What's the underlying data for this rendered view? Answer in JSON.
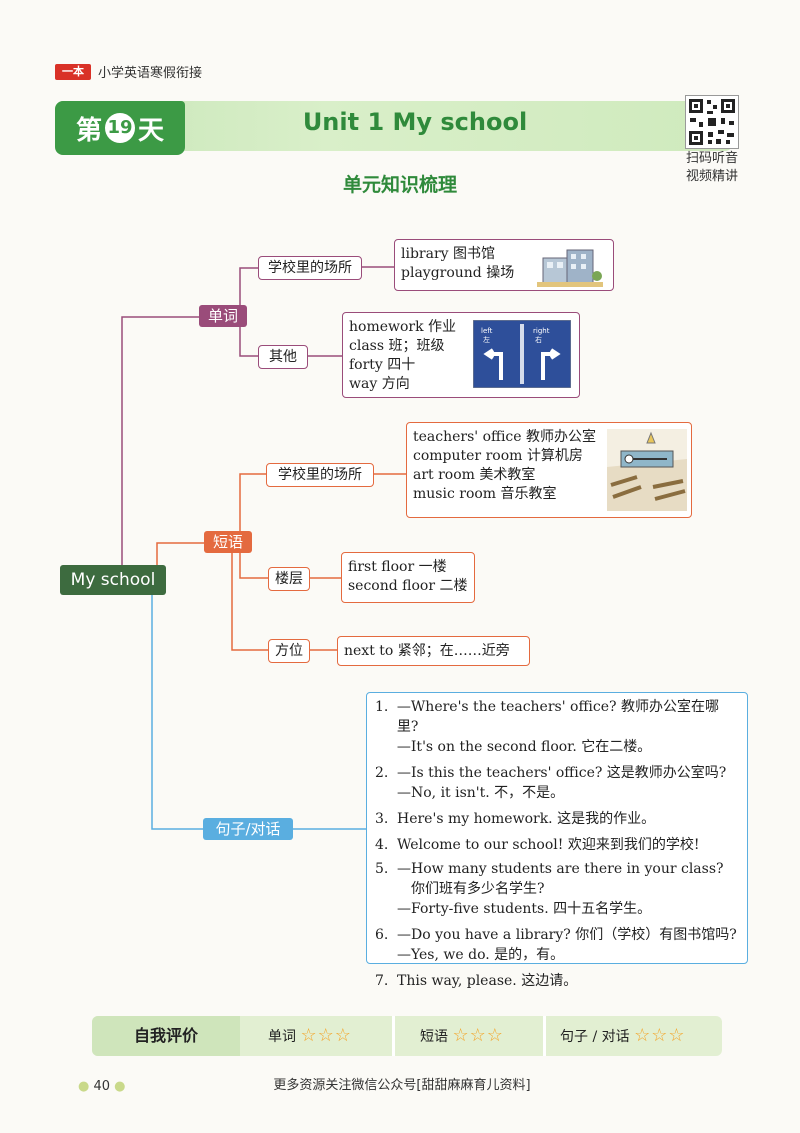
{
  "header": {
    "brand": "一本",
    "series": "小学英语寒假衔接",
    "day_prefix": "第",
    "day_number": "19",
    "day_suffix": "天",
    "unit_title": "Unit 1 My school",
    "qr_caption_1": "扫码听音",
    "qr_caption_2": "视频精讲",
    "section_title": "单元知识梳理"
  },
  "mindmap": {
    "root": "My school",
    "words": {
      "label": "单词",
      "places_label": "学校里的场所",
      "places": [
        "library 图书馆",
        "playground 操场"
      ],
      "others_label": "其他",
      "others": [
        "homework 作业",
        "class 班；班级",
        "forty 四十",
        "way 方向"
      ],
      "sign_left": "left",
      "sign_left_cn": "左",
      "sign_right": "right",
      "sign_right_cn": "右"
    },
    "phrases": {
      "label": "短语",
      "places_label": "学校里的场所",
      "places": [
        "teachers' office 教师办公室",
        "computer room 计算机房",
        "art room 美术教室",
        "music room 音乐教室"
      ],
      "floor_label": "楼层",
      "floors": [
        "first floor 一楼",
        "second floor 二楼"
      ],
      "direction_label": "方位",
      "directions": [
        "next to 紧邻；在……近旁"
      ]
    },
    "sentences": {
      "label": "句子/对话",
      "items": [
        {
          "n": "1.",
          "lines": [
            "—Where's the teachers' office? 教师办公室在哪里?",
            "—It's on the second floor. 它在二楼。"
          ]
        },
        {
          "n": "2.",
          "lines": [
            "—Is this the teachers' office? 这是教师办公室吗?",
            "—No, it isn't. 不，不是。"
          ]
        },
        {
          "n": "3.",
          "lines": [
            "Here's my homework. 这是我的作业。"
          ]
        },
        {
          "n": "4.",
          "lines": [
            "Welcome to our school! 欢迎来到我们的学校!"
          ]
        },
        {
          "n": "5.",
          "lines": [
            "—How many students are there in your class?",
            "你们班有多少名学生?",
            "—Forty-five students. 四十五名学生。"
          ]
        },
        {
          "n": "6.",
          "lines": [
            "—Do you have a library? 你们（学校）有图书馆吗?",
            "—Yes, we do. 是的，有。"
          ]
        },
        {
          "n": "7.",
          "lines": [
            "This way, please. 这边请。"
          ]
        }
      ]
    }
  },
  "evaluation": {
    "title": "自我评价",
    "items": [
      {
        "label": "单词",
        "stars": "☆☆☆"
      },
      {
        "label": "短语",
        "stars": "☆☆☆"
      },
      {
        "label": "句子 / 对话",
        "stars": "☆☆☆"
      }
    ]
  },
  "footer": {
    "page_number": "40",
    "note": "更多资源关注微信公众号[甜甜麻麻育儿资料]"
  },
  "colors": {
    "green": "#3c9a45",
    "purple": "#9a4c7a",
    "orange": "#e46a3f",
    "blue": "#5aaee0"
  }
}
